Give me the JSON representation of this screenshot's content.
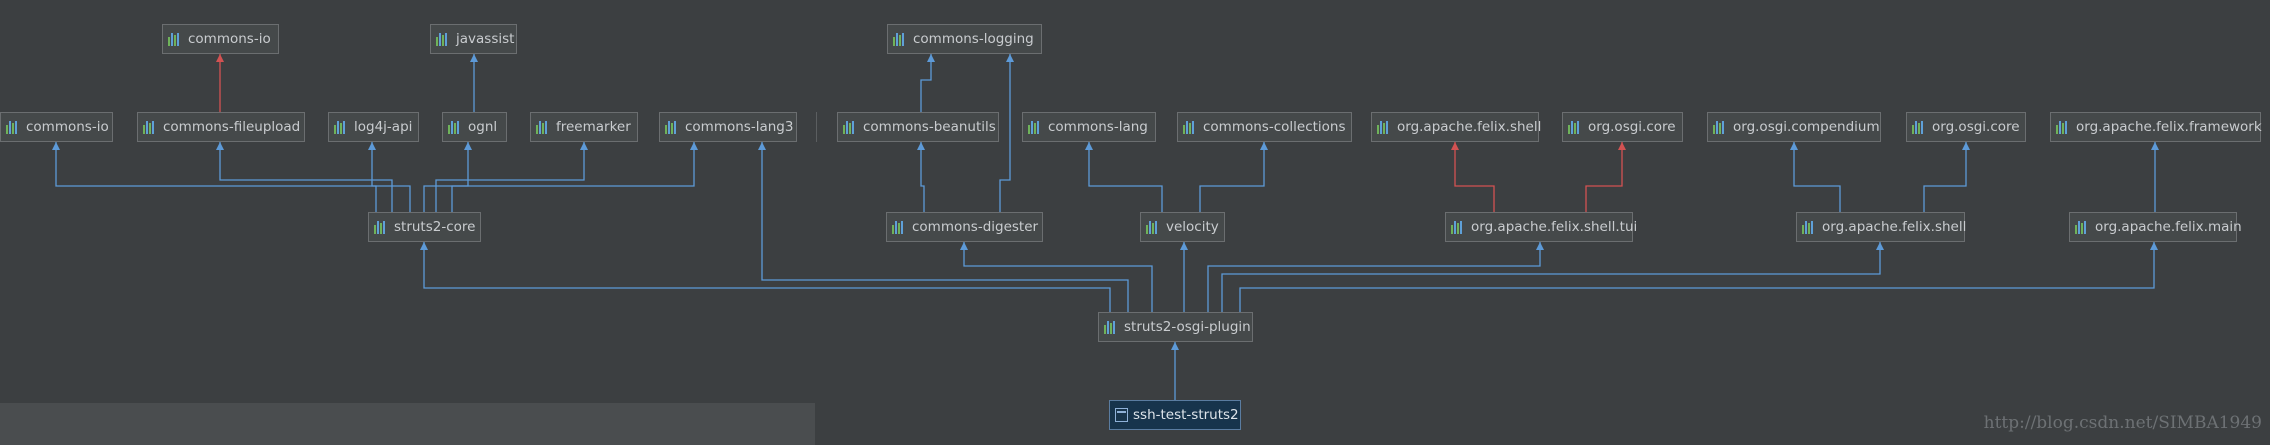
{
  "watermark": "http://blog.csdn.net/SIMBA1949",
  "colors": {
    "background": "#3c3f41",
    "node_bg": "#45494a",
    "node_border": "#6b6e70",
    "edge_normal": "#5d9ad8",
    "edge_conflict": "#d25252",
    "root_bg": "#17344c",
    "icon_green": "#6fb35a",
    "icon_blue": "#5fa0d8"
  },
  "nodes": [
    {
      "id": "commons-io-top",
      "label": "commons-io",
      "icon": "library-icon"
    },
    {
      "id": "javassist",
      "label": "javassist",
      "icon": "library-icon"
    },
    {
      "id": "commons-logging",
      "label": "commons-logging",
      "icon": "library-icon"
    },
    {
      "id": "commons-io",
      "label": "commons-io",
      "icon": "library-icon"
    },
    {
      "id": "commons-fileupload",
      "label": "commons-fileupload",
      "icon": "library-icon"
    },
    {
      "id": "log4j-api",
      "label": "log4j-api",
      "icon": "library-icon"
    },
    {
      "id": "ognl",
      "label": "ognl",
      "icon": "library-icon"
    },
    {
      "id": "freemarker",
      "label": "freemarker",
      "icon": "library-icon"
    },
    {
      "id": "commons-lang3",
      "label": "commons-lang3",
      "icon": "library-icon"
    },
    {
      "id": "commons-beanutils",
      "label": "commons-beanutils",
      "icon": "library-icon"
    },
    {
      "id": "commons-lang",
      "label": "commons-lang",
      "icon": "library-icon"
    },
    {
      "id": "commons-collections",
      "label": "commons-collections",
      "icon": "library-icon"
    },
    {
      "id": "felix-shell-1",
      "label": "org.apache.felix.shell",
      "icon": "library-icon"
    },
    {
      "id": "osgi-core-1",
      "label": "org.osgi.core",
      "icon": "library-icon"
    },
    {
      "id": "osgi-compendium",
      "label": "org.osgi.compendium",
      "icon": "library-icon"
    },
    {
      "id": "osgi-core-2",
      "label": "org.osgi.core",
      "icon": "library-icon"
    },
    {
      "id": "felix-framework",
      "label": "org.apache.felix.framework",
      "icon": "library-icon"
    },
    {
      "id": "struts2-core",
      "label": "struts2-core",
      "icon": "library-icon"
    },
    {
      "id": "commons-digester",
      "label": "commons-digester",
      "icon": "library-icon"
    },
    {
      "id": "velocity",
      "label": "velocity",
      "icon": "library-icon"
    },
    {
      "id": "felix-shell-tui",
      "label": "org.apache.felix.shell.tui",
      "icon": "library-icon"
    },
    {
      "id": "felix-shell-2",
      "label": "org.apache.felix.shell",
      "icon": "library-icon"
    },
    {
      "id": "felix-main",
      "label": "org.apache.felix.main",
      "icon": "library-icon"
    },
    {
      "id": "struts2-osgi-plugin",
      "label": "struts2-osgi-plugin",
      "icon": "library-icon"
    },
    {
      "id": "ssh-test-struts2",
      "label": "ssh-test-struts2",
      "icon": "module-icon"
    }
  ],
  "edges": [
    {
      "from": "commons-fileupload",
      "to": "commons-io-top",
      "status": "conflict"
    },
    {
      "from": "ognl",
      "to": "javassist",
      "status": "normal"
    },
    {
      "from": "commons-beanutils",
      "to": "commons-logging",
      "status": "normal"
    },
    {
      "from": "commons-digester",
      "to": "commons-logging",
      "status": "normal"
    },
    {
      "from": "struts2-core",
      "to": "commons-io",
      "status": "normal"
    },
    {
      "from": "struts2-core",
      "to": "commons-fileupload",
      "status": "normal"
    },
    {
      "from": "struts2-core",
      "to": "log4j-api",
      "status": "normal"
    },
    {
      "from": "struts2-core",
      "to": "ognl",
      "status": "normal"
    },
    {
      "from": "struts2-core",
      "to": "freemarker",
      "status": "normal"
    },
    {
      "from": "struts2-core",
      "to": "commons-lang3",
      "status": "normal"
    },
    {
      "from": "commons-digester",
      "to": "commons-beanutils",
      "status": "normal"
    },
    {
      "from": "velocity",
      "to": "commons-lang",
      "status": "normal"
    },
    {
      "from": "velocity",
      "to": "commons-collections",
      "status": "normal"
    },
    {
      "from": "felix-shell-tui",
      "to": "felix-shell-1",
      "status": "conflict"
    },
    {
      "from": "felix-shell-tui",
      "to": "osgi-core-1",
      "status": "conflict"
    },
    {
      "from": "felix-shell-2",
      "to": "osgi-compendium",
      "status": "normal"
    },
    {
      "from": "felix-shell-2",
      "to": "osgi-core-2",
      "status": "normal"
    },
    {
      "from": "felix-main",
      "to": "felix-framework",
      "status": "normal"
    },
    {
      "from": "struts2-osgi-plugin",
      "to": "struts2-core",
      "status": "normal"
    },
    {
      "from": "struts2-osgi-plugin",
      "to": "commons-lang3",
      "status": "normal"
    },
    {
      "from": "struts2-osgi-plugin",
      "to": "commons-digester",
      "status": "normal"
    },
    {
      "from": "struts2-osgi-plugin",
      "to": "velocity",
      "status": "normal"
    },
    {
      "from": "struts2-osgi-plugin",
      "to": "felix-shell-tui",
      "status": "normal"
    },
    {
      "from": "struts2-osgi-plugin",
      "to": "felix-shell-2",
      "status": "normal"
    },
    {
      "from": "struts2-osgi-plugin",
      "to": "felix-main",
      "status": "normal"
    },
    {
      "from": "ssh-test-struts2",
      "to": "struts2-osgi-plugin",
      "status": "normal"
    }
  ]
}
